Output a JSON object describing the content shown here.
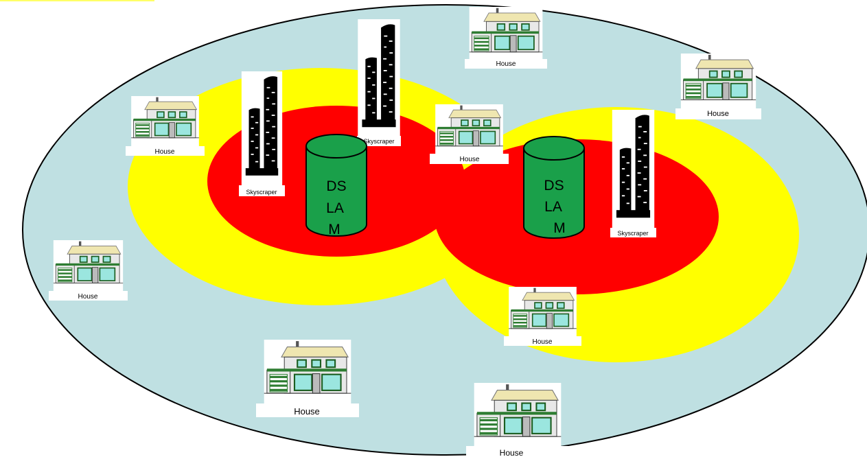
{
  "diagram": {
    "colors": {
      "outer_area": "#bfe0e2",
      "yellow_zone": "#ffff00",
      "red_zone": "#ff0000",
      "dslam": "#1aa04a",
      "building": "#000000",
      "house_roof": "#efe6b0",
      "house_trim": "#2e7d32",
      "house_window": "#9be6df",
      "accent_tab": "#ffff66"
    },
    "dslams": [
      {
        "lines": [
          "DS",
          "LA",
          "M"
        ]
      },
      {
        "lines": [
          "DS",
          "LA",
          "M"
        ]
      }
    ],
    "skyscrapers": [
      {
        "label": "Skyscraper"
      },
      {
        "label": "Skyscraper"
      },
      {
        "label": "Skyscraper"
      }
    ],
    "houses": [
      {
        "label": "House"
      },
      {
        "label": "House"
      },
      {
        "label": "House"
      },
      {
        "label": "House"
      },
      {
        "label": "House"
      },
      {
        "label": "House"
      },
      {
        "label": "House"
      },
      {
        "label": "House"
      }
    ]
  }
}
